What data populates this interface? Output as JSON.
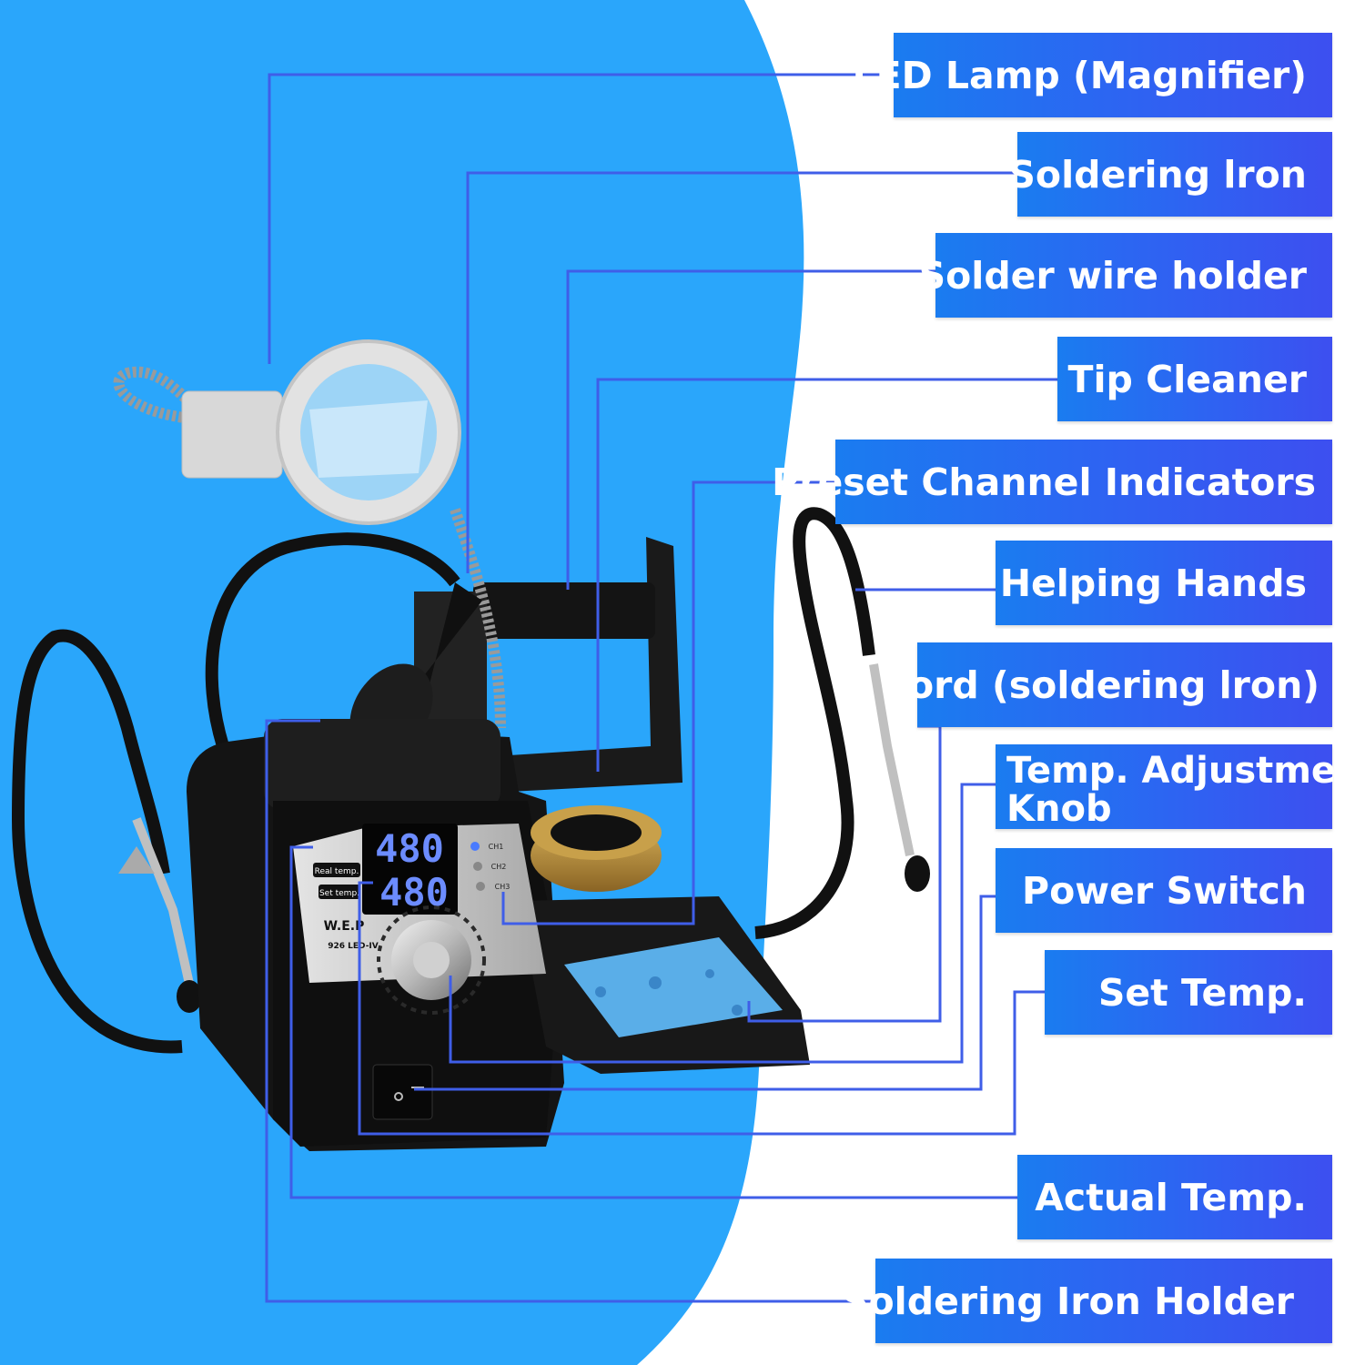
{
  "labels": [
    {
      "text": "LED Lamp (Magnifier)"
    },
    {
      "text": "Soldering lron"
    },
    {
      "text": "Solder wire holder"
    },
    {
      "text": "Tip Cleaner"
    },
    {
      "text": "Preset Channel Indicators"
    },
    {
      "text": "Helping Hands"
    },
    {
      "text": "Cord (soldering lron)"
    },
    {
      "text": "Temp. Adjustment",
      "text2": "Knob"
    },
    {
      "text": "Power Switch"
    },
    {
      "text": "Set Temp."
    },
    {
      "text": "Actual Temp."
    },
    {
      "text": "Soldering Iron Holder"
    }
  ],
  "display": {
    "real_temp_label": "Real temp.",
    "set_temp_label": "Set temp.",
    "real_temp_value": "480",
    "set_temp_value": "480",
    "ch1": "CH1",
    "ch2": "CH2",
    "ch3": "CH3",
    "brand": "W.E.P",
    "model": "926 LED-IV"
  },
  "colors": {
    "background_blue": "#2aa6fb",
    "label_blue": "#2e63f2",
    "leader_line": "#3f5ee8",
    "station_body": "#111111",
    "sponge": "#5aaee8",
    "display_digits": "#6c8cff"
  }
}
